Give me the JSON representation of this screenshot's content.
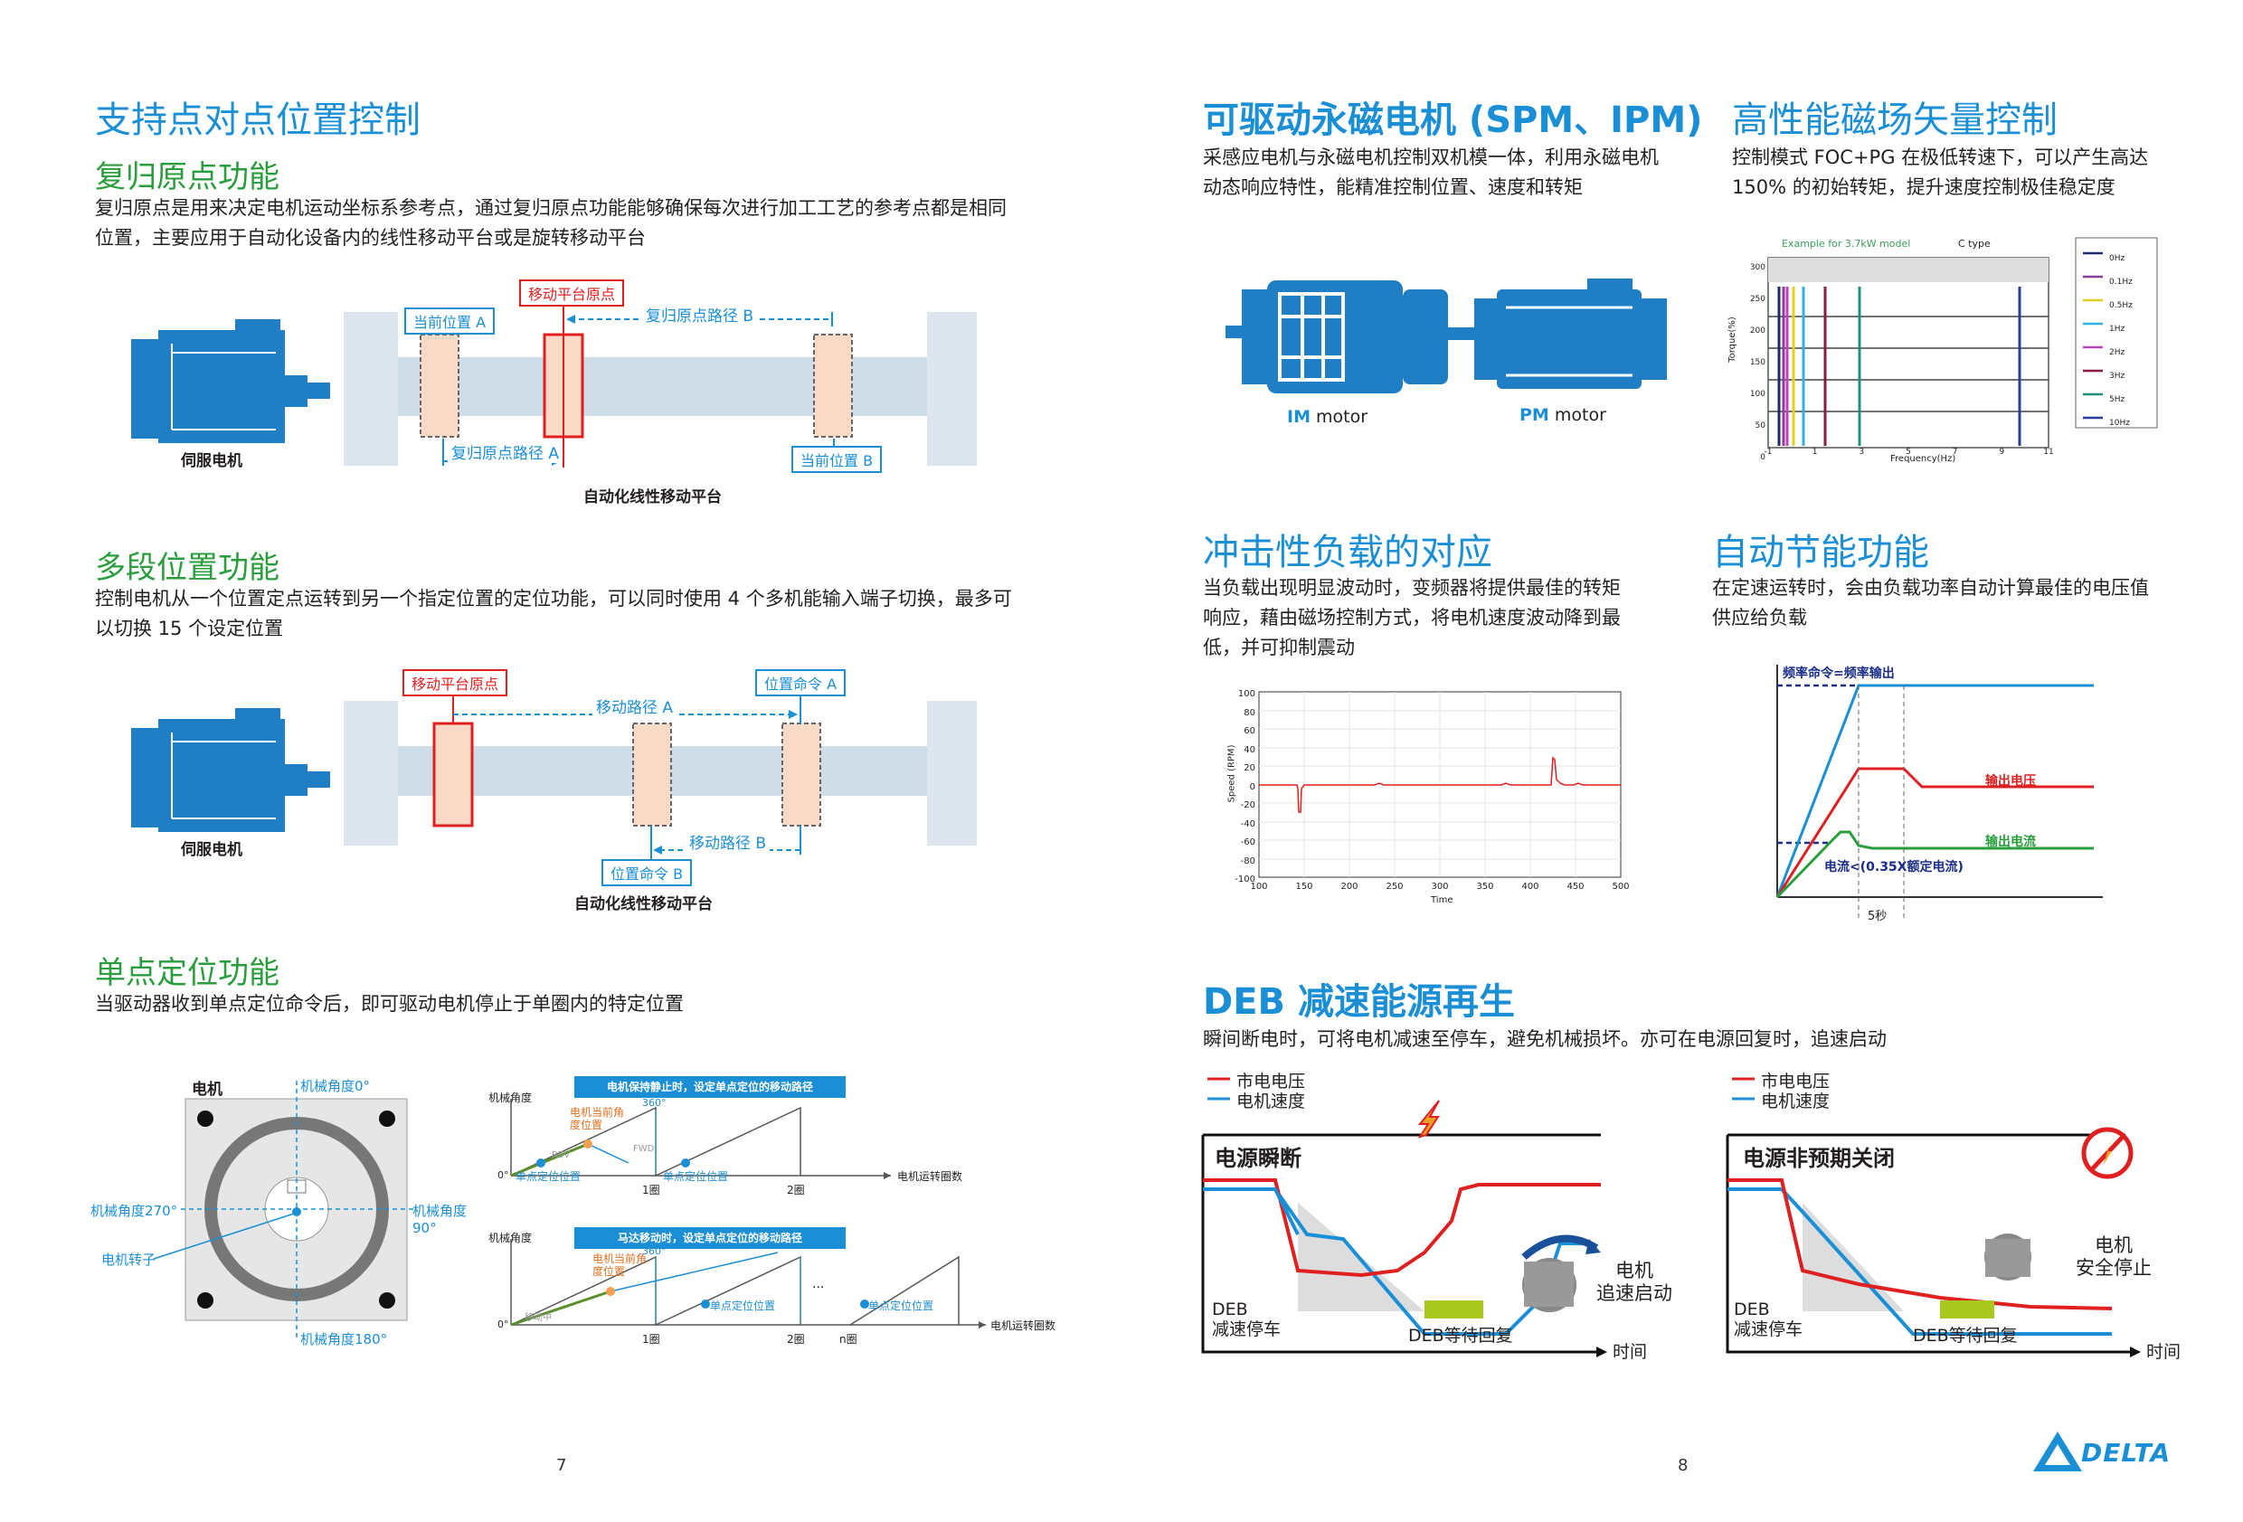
{
  "left": {
    "title": "支持点对点位置控制",
    "homing": {
      "heading": "复归原点功能",
      "text": "复归原点是用来决定电机运动坐标系参考点，通过复归原点功能能够确保每次进行加工工艺的参考点都是相同位置，主要应用于自动化设备内的线性移动平台或是旋转移动平台",
      "motor_label": "伺服电机",
      "platform_label": "自动化线性移动平台",
      "pos_a": "当前位置 A",
      "origin": "移动平台原点",
      "path_b": "复归原点路径 B",
      "path_a": "复归原点路径 A",
      "pos_b": "当前位置 B"
    },
    "multi": {
      "heading": "多段位置功能",
      "text": "控制电机从一个位置定点运转到另一个指定位置的定位功能，可以同时使用 4 个多机能输入端子切换，最多可以切换 15 个设定位置",
      "motor_label": "伺服电机",
      "platform_label": "自动化线性移动平台",
      "origin": "移动平台原点",
      "path_a": "移动路径 A",
      "cmd_a": "位置命令 A",
      "path_b": "移动路径 B",
      "cmd_b": "位置命令 B"
    },
    "single": {
      "heading": "单点定位功能",
      "text": "当驱动器收到单点定位命令后，即可驱动电机停止于单圈内的特定位置",
      "motor": "电机",
      "angle0": "机械角度0°",
      "angle270": "机械角度270°",
      "angle90": "机械角度 90°",
      "angle180": "机械角度180°",
      "rotor": "电机转子",
      "graph1_title": "电机保持静止时，设定单点定位的移动路径",
      "graph2_title": "马达移动时，设定单点定位的移动路径",
      "ylabel": "机械角度",
      "xlabel": "电机运转圈数",
      "cur_angle": "电机当前角度位置",
      "deg360": "360°",
      "zero": "0°",
      "single_pos": "单点定位位置",
      "turn1": "1圈",
      "turn2": "2圈",
      "turnn": "n圈",
      "fwd": "FWD",
      "rev": "REV",
      "moving": "移动中",
      "dots": "..."
    },
    "page_no": "7"
  },
  "right": {
    "pm": {
      "title": "可驱动永磁电机 (SPM、IPM)",
      "text": "采感应电机与永磁电机控制双机模一体，利用永磁电机动态响应特性，能精准控制位置、速度和转矩",
      "im_bold": "IM",
      "im_rest": " motor",
      "pm_bold": "PM",
      "pm_rest": " motor"
    },
    "foc": {
      "title": "高性能磁场矢量控制",
      "text": "控制模式 FOC+PG 在极低转速下，可以产生高达150% 的初始转矩，提升速度控制极佳稳定度",
      "chart_note": "Example for 3.7kW model",
      "chart_type": "C type",
      "ylabel": "Torque(%)",
      "xlabel": "Frequency(Hz)",
      "yticks": [
        "300",
        "250",
        "200",
        "150",
        "100",
        "50",
        "0"
      ],
      "xticks": [
        "-1",
        "1",
        "3",
        "5",
        "7",
        "9",
        "11"
      ],
      "legend": [
        "0Hz",
        "0.1Hz",
        "0.5Hz",
        "1Hz",
        "2Hz",
        "3Hz",
        "5Hz",
        "10Hz"
      ]
    },
    "impact": {
      "title": "冲击性负载的对应",
      "text": "当负载出现明显波动时，变频器将提供最佳的转矩响应，藉由磁场控制方式，将电机速度波动降到最低，并可抑制震动",
      "ylabel": "Speed (RPM)",
      "xlabel": "Time",
      "yticks": [
        "100",
        "80",
        "60",
        "40",
        "20",
        "0",
        "-20",
        "-40",
        "-60",
        "-80",
        "-100"
      ],
      "xticks": [
        "100",
        "150",
        "200",
        "250",
        "300",
        "350",
        "400",
        "450",
        "500"
      ]
    },
    "energy": {
      "title": "自动节能功能",
      "text": "在定速运转时，会由负载功率自动计算最佳的电压值供应给负载",
      "freq_label": "频率命令=频率输出",
      "volt_label": "输出电压",
      "curr_label": "输出电流",
      "curr_note": "电流<(0.35X额定电流)",
      "time_label": "5秒"
    },
    "deb": {
      "title": "DEB 减速能源再生",
      "text": "瞬间断电时，可将电机减速至停车，避免机械损坏。亦可在电源回复时，追速启动",
      "legend_voltage": "市电电压",
      "legend_speed": "电机速度",
      "diagram1_title": "电源瞬断",
      "diagram2_title": "电源非预期关闭",
      "deb_stop": "DEB\n减速停车",
      "deb_wait": "DEB等待回复",
      "time": "时间",
      "restart": "电机\n追速启动",
      "safe_stop": "电机\n安全停止"
    },
    "page_no": "8",
    "brand": "DELTA"
  },
  "colors": {
    "heading_blue": "#1a8fd6",
    "heading_green": "#2a9d3c",
    "motor_blue": "#1f7ec4",
    "red": "#e02020",
    "orange_fill": "#fbd9c7"
  }
}
